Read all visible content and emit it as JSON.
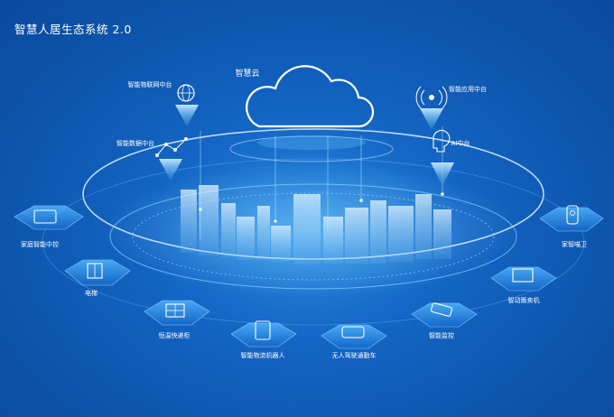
{
  "title": "智慧人居生态系统 2.0",
  "cloud_label": "智慧云",
  "top_nodes": [
    {
      "id": "iot",
      "label": "智能物联网中台"
    },
    {
      "id": "data",
      "label": "智能数据中台"
    },
    {
      "id": "app",
      "label": "智能应用中台"
    },
    {
      "id": "ai",
      "label": "AI中台"
    }
  ],
  "ring_nodes": [
    {
      "id": "home-control",
      "label": "家庭智能中控"
    },
    {
      "id": "elevator",
      "label": "电梯"
    },
    {
      "id": "locker",
      "label": "恒温快递柜"
    },
    {
      "id": "logistics-robot",
      "label": "智能物流机器人"
    },
    {
      "id": "autonomous-vehicle",
      "label": "无人驾驶通勤车"
    },
    {
      "id": "surveillance",
      "label": "智能监控"
    },
    {
      "id": "vending",
      "label": "智动贩卖机"
    },
    {
      "id": "door-guard",
      "label": "家智喵卫"
    }
  ]
}
